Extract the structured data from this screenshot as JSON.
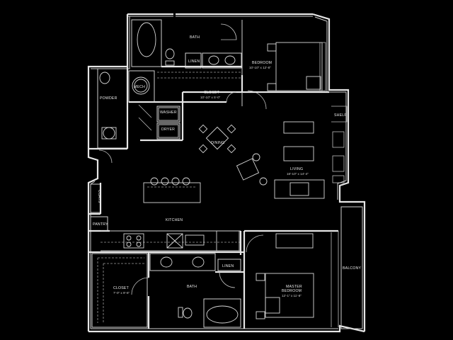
{
  "rooms": {
    "bath_top": {
      "name": "BATH"
    },
    "linen_top": {
      "name": "LINEN"
    },
    "bedroom": {
      "name": "BEDROOM",
      "dims": "10'-10\" x 12'-8\""
    },
    "powder": {
      "name": "POWDER"
    },
    "mech": {
      "name": "MECH"
    },
    "closet_top": {
      "name": "CLOSET",
      "dims": "10'-10\" x 5'-0\""
    },
    "washer": {
      "name": "WASHER"
    },
    "dryer": {
      "name": "DRYER"
    },
    "shelf": {
      "name": "SHELF"
    },
    "dining": {
      "name": "DINING"
    },
    "living": {
      "name": "LIVING",
      "dims": "18'-10\" x 14'-4\""
    },
    "coats": {
      "name": "COATS"
    },
    "kitchen": {
      "name": "KITCHEN"
    },
    "pantry": {
      "name": "PANTRY"
    },
    "linen_bottom": {
      "name": "LINEN"
    },
    "balcony": {
      "name": "BALCONY"
    },
    "master_bedroom": {
      "name": "MASTER",
      "name2": "BEDROOM",
      "dims": "12'-1\" x 11'-8\""
    },
    "closet_bottom": {
      "name": "CLOSET",
      "dims": "7'-0\" x 9'-6\""
    },
    "bath_bottom": {
      "name": "BATH"
    }
  },
  "colors": {
    "background": "#000000",
    "lines": "#e6e6e6"
  }
}
